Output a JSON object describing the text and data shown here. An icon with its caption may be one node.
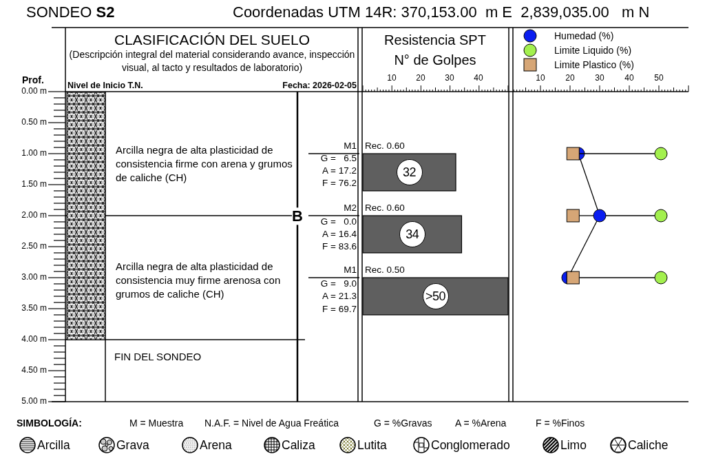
{
  "diagram": {
    "title": "SONDEO **S2**",
    "nodes": [
      {
        "text": [
          "Arcilla negra de alta plasticidad de consistencia firme con arena y grumos de caliche (CH)"
        ]
      },
      {
        "text": [
          "Arcilla negra de alta plasticidad de consistencia muy firme arenosa con grumos de caliche (CH)"
        ]
      },
      {
        "text": [
          "FIN DEL SONDEO"
        ]
      },
      {
        "text": [],
        "shape": "box"
      },
      {
        "text": [],
        "shape": "circle"
      },
      {
        "text": [],
        "shape": "circle"
      },
      {
        "text": [],
        "shape": "box"
      },
      {
        "text": [],
        "shape": "circle"
      },
      {
        "text": [],
        "shape": "circle"
      },
      {
        "text": [],
        "shape": "circle"
      },
      {
        "text": [],
        "shape": "box"
      },
      {
        "text": [],
        "shape": "circle"
      }
    ],
    "edges": [
      {
        "from": 3,
        "to": 5,
        "arrow": "none"
      },
      {
        "from": 4,
        "to": 7,
        "arrow": "none"
      },
      {
        "from": 6,
        "to": 7,
        "arrow": "none"
      },
      {
        "from": 7,
        "to": 8,
        "arrow": "none"
      },
      {
        "from": 7,
        "to": 9,
        "arrow": "none"
      },
      {
        "from": 10,
        "to": 11,
        "arrow": "none"
      }
    ],
    "labels": [
      "Coordenadas UTM 14R: 370,153.00  m E  2,839,035.00   m N",
      "CLASIFICACIÓN DEL SUELO",
      "(Descripción integral del material considerando avance, inspección visual, al tacto y resultados de laboratorio)",
      "Resistencia SPT",
      "N° de Golpes",
      "Prof.",
      "Nivel de Inicio T.N.",
      "Fecha: 2026-02-05",
      "0.00 m",
      "0.50 m",
      "1.00 m",
      "1.50 m",
      "2.00 m",
      "2.50 m",
      "3.00 m",
      "3.50 m",
      "4.00 m",
      "4.50 m",
      "5.00 m",
      "Rec. 0.60",
      "G =   6.5",
      "A = 17.2",
      "F = 76.2",
      "B",
      "Rec. 0.60",
      "G =   0.0",
      "A = 16.4",
      "F = 83.6",
      "Rec. 0.50",
      "G =   9.0",
      "A = 21.3",
      "F = 69.7",
      "SIMBOLOGÍA:",
      "M = Muestra",
      "N.A.F. = Nivel de Agua Freática",
      "G = %Gravas",
      "A = %Arena",
      "F = %Finos",
      "10",
      "20",
      "30",
      "40",
      "50",
      "M1",
      "M2",
      "M1",
      "32",
      "34",
      ">50",
      "10",
      "20",
      "30",
      "40"
    ],
    "legend": [
      {
        "text": "Humedad (%)",
        "color": "#0a1ef0"
      },
      {
        "text": "Limite Liquido (%)",
        "color": "#a3f04e"
      },
      {
        "text": "Limite Plastico (%)",
        "color": "#d6a676"
      },
      {
        "text": "Arcilla"
      },
      {
        "text": "Grava"
      },
      {
        "text": "Arena"
      },
      {
        "text": "Caliza"
      },
      {
        "text": "Lutita"
      },
      {
        "text": "Conglomerado"
      },
      {
        "text": "Limo"
      },
      {
        "text": "Caliche"
      }
    ]
  }
}
